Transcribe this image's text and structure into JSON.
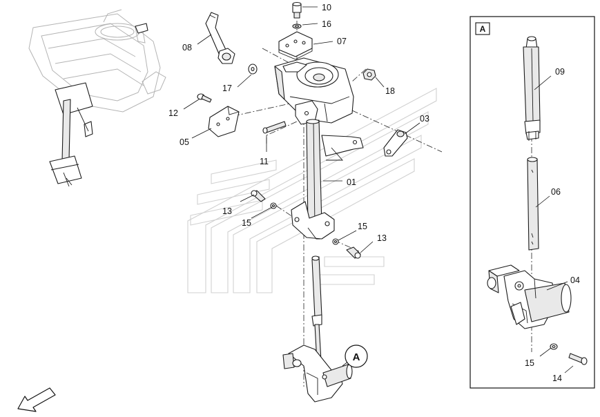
{
  "callouts": {
    "c10": "10",
    "c16": "16",
    "c07": "07",
    "c08": "08",
    "c17": "17",
    "c18": "18",
    "c12": "12",
    "c05": "05",
    "c03": "03",
    "c11": "11",
    "c01": "01",
    "c13a": "13",
    "c15a": "15",
    "c15b": "15",
    "c13b": "13",
    "c09": "09",
    "c06": "06",
    "c04": "04",
    "c15c": "15",
    "c14": "14"
  },
  "detail": {
    "box_label": "A",
    "bubble_label": "A"
  },
  "colors": {
    "line": "#1a1a1a",
    "ghost_vehicle": "#b3b3b3",
    "watermark": "#d0d0d0"
  },
  "icons": {
    "orientation_arrow": "front-direction-arrow-icon"
  }
}
